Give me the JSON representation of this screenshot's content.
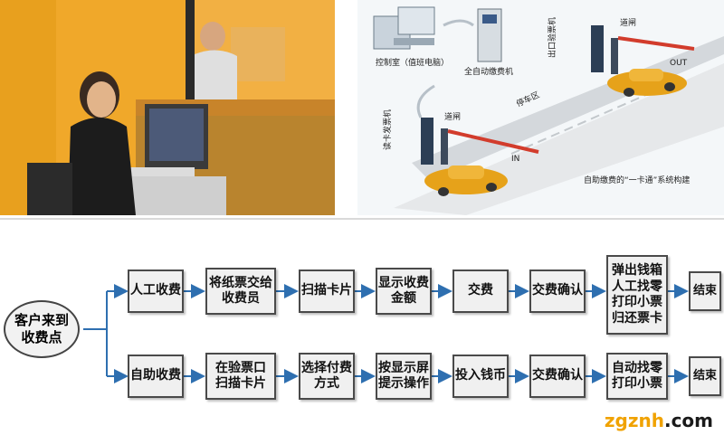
{
  "scene": {
    "control_room_label": "控制室（值班电脑）",
    "payment_machine_label": "全自动缴费机",
    "exit_reader_label": "出口验票机",
    "entry_dispenser_label": "读卡发票机",
    "barrier_label_top": "道闸",
    "barrier_label_bottom": "道闸",
    "out_label": "OUT",
    "in_label": "IN",
    "zone_label": "停车区",
    "caption": "自助缴费的“一卡通”系统构建"
  },
  "flow": {
    "start": "客户来到\n收费点",
    "top_row": [
      "人工收费",
      "将纸票交给\n收费员",
      "扫描卡片",
      "显示收费\n金额",
      "交费",
      "交费确认",
      "弹出钱箱\n人工找零\n打印小票\n归还票卡",
      "结束"
    ],
    "bottom_row": [
      "自助收费",
      "在验票口\n扫描卡片",
      "选择付费\n方式",
      "按显示屏\n提示操作",
      "投入钱币",
      "交费确认",
      "自动找零\n打印小票",
      "结束"
    ]
  },
  "watermark": {
    "part1": "zgznh",
    "part2": ".",
    "part3": "com"
  }
}
